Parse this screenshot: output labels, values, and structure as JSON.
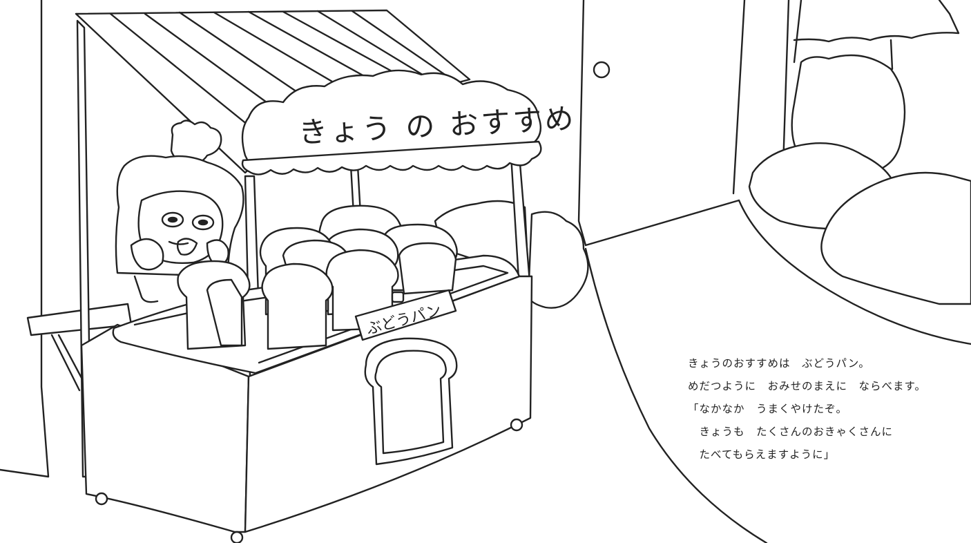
{
  "sign": {
    "text": "きょう の おすすめ"
  },
  "price_tag": {
    "text": "ぶどうパン"
  },
  "story": {
    "lines": [
      "きょうのおすすめは　ぶどうパン。",
      "めだつように　おみせのまえに　ならべます。",
      "「なかなか　うまくやけたぞ。",
      "　きょうも　たくさんのおきゃくさんに",
      "　たべてもらえますように」"
    ]
  },
  "colors": {
    "line": "#222222",
    "background": "#ffffff"
  }
}
